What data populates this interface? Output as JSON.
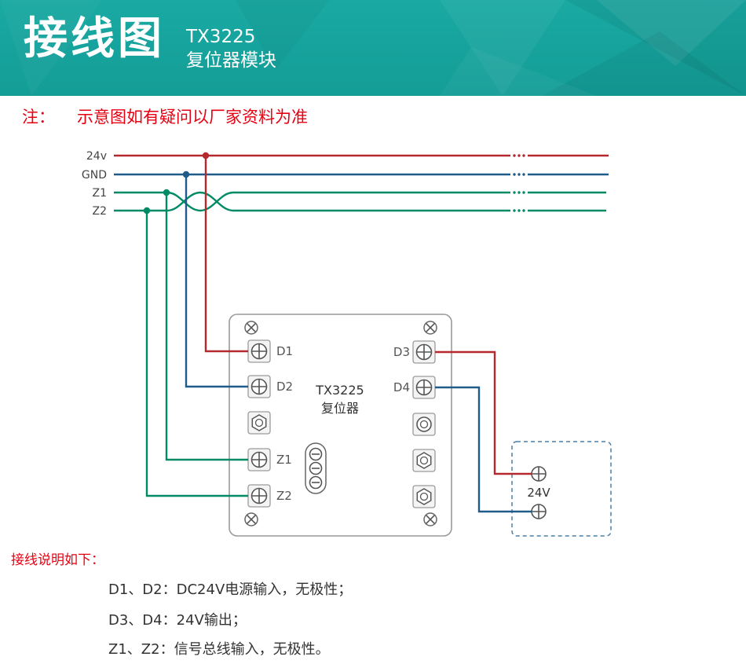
{
  "header": {
    "title": "接线图",
    "model": "TX3225",
    "module": "复位器模块"
  },
  "note": {
    "prefix": "注：",
    "text": "示意图如有疑问以厂家资料为准"
  },
  "diagram": {
    "bus_labels": [
      "24v",
      "GND",
      "Z1",
      "Z2"
    ],
    "module": {
      "name_line1": "TX3225",
      "name_line2": "复位器",
      "left_labels": [
        "D1",
        "D2",
        "Z1",
        "Z2"
      ],
      "right_labels": [
        "D3",
        "D4"
      ]
    },
    "power_box_label": "24V",
    "colors": {
      "header_teal": "#18a6a0",
      "note_red": "#e60012",
      "wire_red": "#b5282d",
      "wire_blue": "#1f5c8a",
      "wire_green": "#008a66"
    }
  },
  "instructions": {
    "heading": "接线说明如下：",
    "items": [
      "D1、D2：DC24V电源输入，无极性；",
      "D3、D4：24V输出；",
      "Z1、Z2：信号总线输入，无极性。"
    ]
  }
}
